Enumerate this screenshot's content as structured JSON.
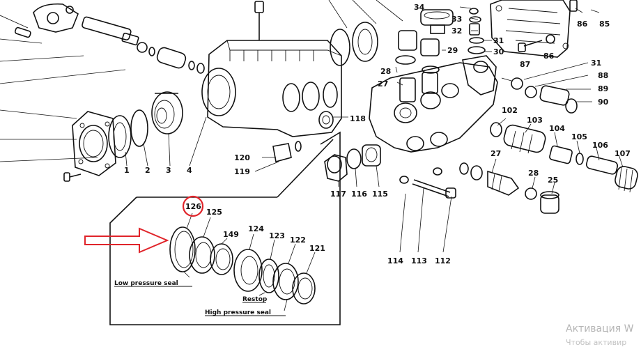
{
  "callouts": [
    "1",
    "2",
    "3",
    "4",
    "25",
    "27",
    "28",
    "29",
    "30",
    "31",
    "32",
    "33",
    "34",
    "86",
    "85",
    "87",
    "88",
    "89",
    "90",
    "102",
    "103",
    "104",
    "105",
    "106",
    "107",
    "112",
    "113",
    "114",
    "115",
    "116",
    "117",
    "118",
    "119",
    "120",
    "121",
    "122",
    "123",
    "124",
    "125",
    "126",
    "149"
  ],
  "inset": {
    "low_pressure_caption": "Low pressure seal",
    "restop_caption": "Restop",
    "high_pressure_caption": "High pressure seal",
    "highlighted_part": "126"
  },
  "watermark": {
    "line1": "Активация W",
    "line2": "Чтобы активир"
  },
  "colors": {
    "ink": "#111111",
    "highlight": "#e0242a",
    "watermark": "#b5b5b5"
  },
  "icons": [
    "red-outline-arrow-icon",
    "red-circle-highlight"
  ]
}
